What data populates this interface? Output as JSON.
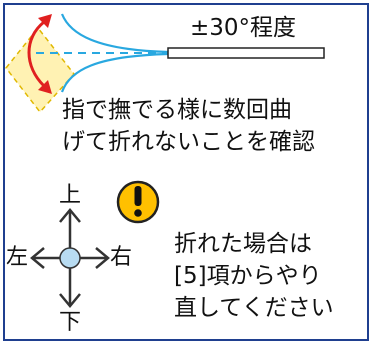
{
  "angle_label": "±30°程度",
  "instruction": {
    "line1": "指で撫でる様に数回曲",
    "line2": "げて折れないことを確認"
  },
  "directions": {
    "up": "上",
    "down": "下",
    "left": "左",
    "right": "右"
  },
  "warning_icon": "exclamation-circle-icon",
  "note": {
    "line1": "折れた場合は",
    "line2": "[5]項からやり",
    "line3": "直してください"
  },
  "colors": {
    "frame": "#1f3f8f",
    "fiber": "#29a8e0",
    "arrow_red": "#e02020",
    "finger_fill": "#fff2b3",
    "finger_edge": "#e0b800",
    "warning_fill": "#ffc000",
    "cross_arrow": "#333333",
    "center_dot": "#b8dcf2"
  }
}
